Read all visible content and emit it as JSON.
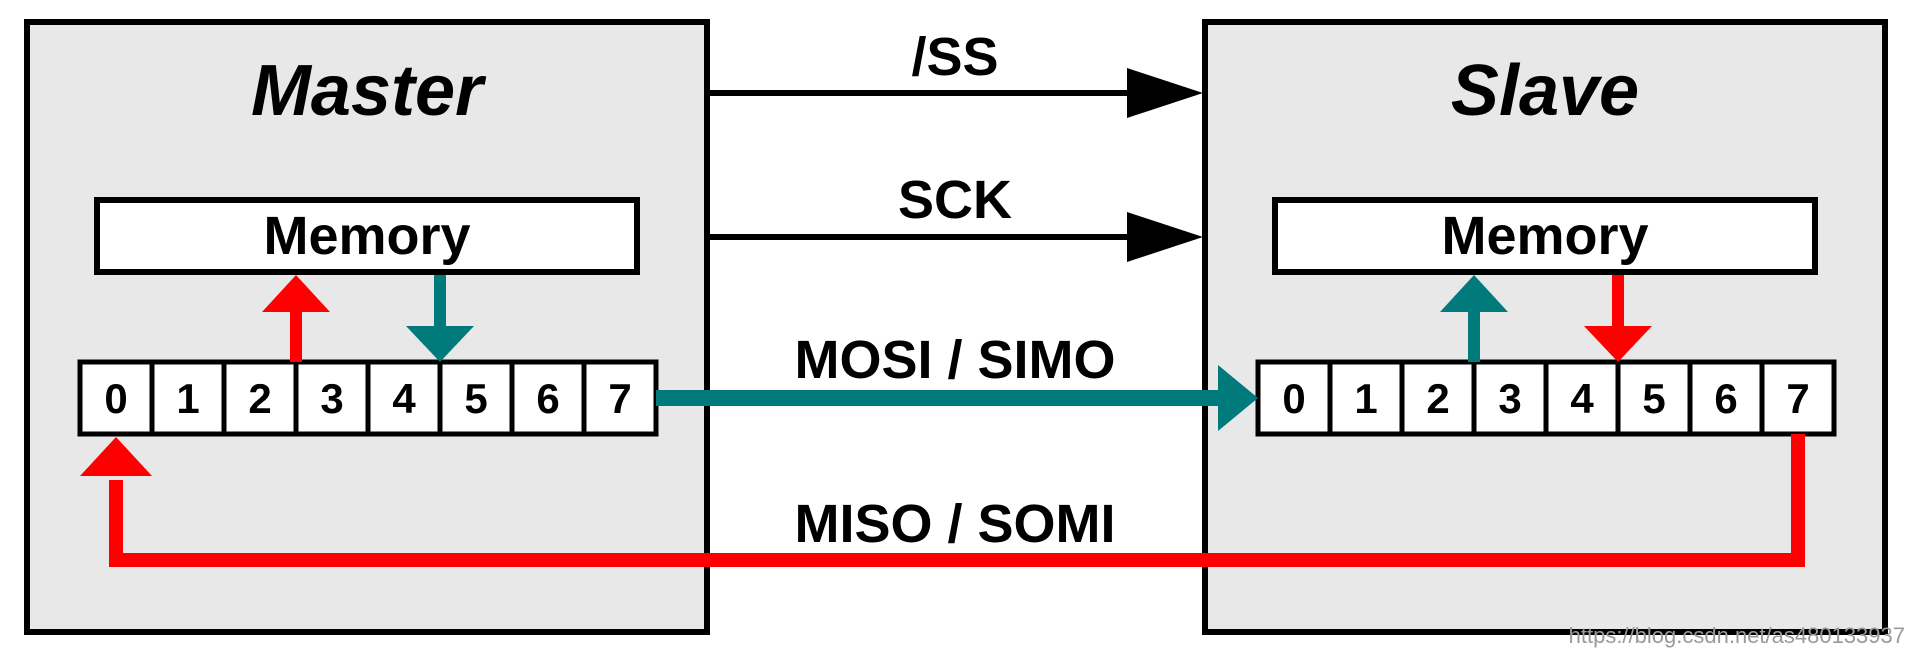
{
  "master": {
    "title": "Master",
    "memory_label": "Memory",
    "bits": [
      "0",
      "1",
      "2",
      "3",
      "4",
      "5",
      "6",
      "7"
    ]
  },
  "slave": {
    "title": "Slave",
    "memory_label": "Memory",
    "bits": [
      "0",
      "1",
      "2",
      "3",
      "4",
      "5",
      "6",
      "7"
    ]
  },
  "signals": {
    "ss": "/SS",
    "sck": "SCK",
    "mosi": "MOSI / SIMO",
    "miso": "MISO / SOMI"
  },
  "watermark": "https://blog.csdn.net/as480133937",
  "colors": {
    "mosi": "#007a7a",
    "miso": "#ff0000",
    "box": "#e8e8e8",
    "line": "#000000"
  }
}
